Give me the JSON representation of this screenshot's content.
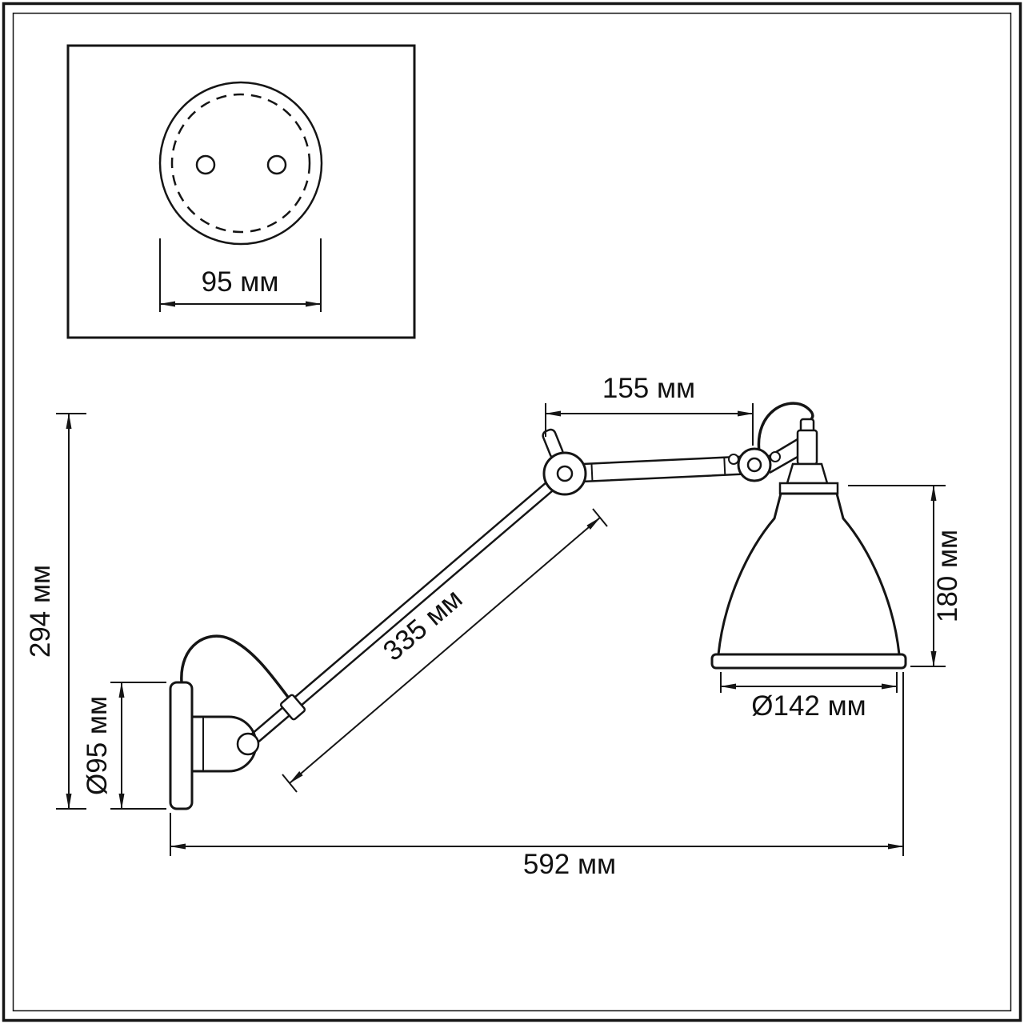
{
  "dimensions": {
    "inset_width": "95 мм",
    "arm_upper": "155 мм",
    "height_total": "294 мм",
    "base_diameter": "Ø95 мм",
    "arm_lower": "335 мм",
    "shade_height": "180 мм",
    "shade_diameter": "Ø142 мм",
    "length_total": "592 мм"
  }
}
